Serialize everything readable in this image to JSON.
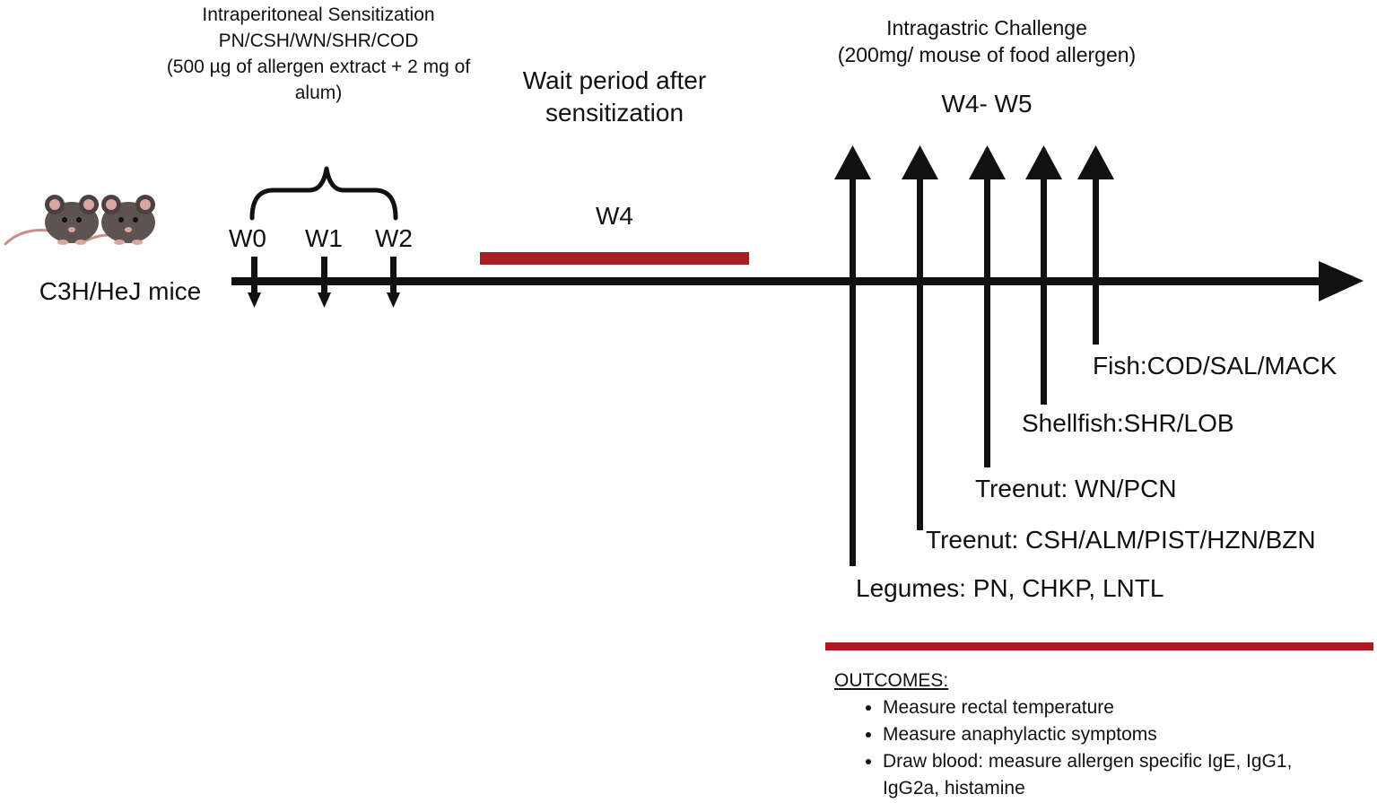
{
  "sensitization": {
    "line1": "Intraperitoneal Sensitization",
    "line2": "PN/CSH/WN/SHR/COD",
    "line3": "(500 µg of allergen extract + 2 mg of",
    "line4": "alum)"
  },
  "wait": {
    "line1": "Wait period after",
    "line2": "sensitization",
    "week": "W4"
  },
  "challenge": {
    "line1": "Intragastric Challenge",
    "line2": "(200mg/ mouse of food allergen)",
    "weeks": "W4- W5"
  },
  "mice": {
    "label": "C3H/HeJ mice"
  },
  "weeks": [
    "W0",
    "W1",
    "W2"
  ],
  "groups": [
    "Legumes: PN, CHKP, LNTL",
    "Treenut: CSH/ALM/PIST/HZN/BZN",
    "Treenut: WN/PCN",
    "Shellfish:SHR/LOB",
    "Fish:COD/SAL/MACK"
  ],
  "outcomes": {
    "heading": "OUTCOMES:",
    "items": [
      "Measure rectal temperature",
      "Measure anaphylactic symptoms",
      "Draw blood: measure allergen specific IgE, IgG1,"
    ],
    "continuation": "IgG2a, histamine"
  },
  "colors": {
    "accent_red": "#a31d24",
    "ink": "#111111",
    "mouse_body": "#5d5452",
    "mouse_ear": "#d9a6a0"
  }
}
